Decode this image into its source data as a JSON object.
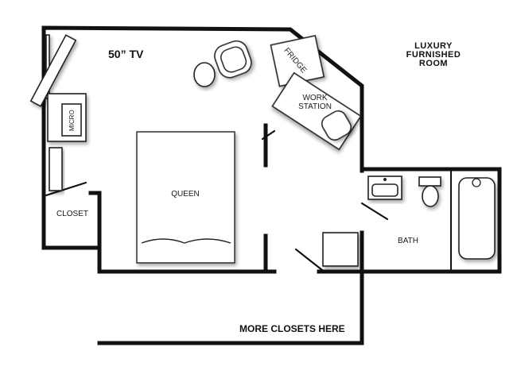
{
  "title": {
    "line1": "LUXURY",
    "line2": "FURNISHED",
    "line3": "ROOM"
  },
  "labels": {
    "tv": "50” TV",
    "micro": "MICRO",
    "fridge": "FRIDGE",
    "work1": "WORK",
    "work2": "STATION",
    "queen": "QUEEN",
    "closet": "CLOSET",
    "bath": "BATH",
    "more_closets": "MORE CLOSETS HERE"
  },
  "colors": {
    "wall": "#111111",
    "background": "#ffffff"
  }
}
